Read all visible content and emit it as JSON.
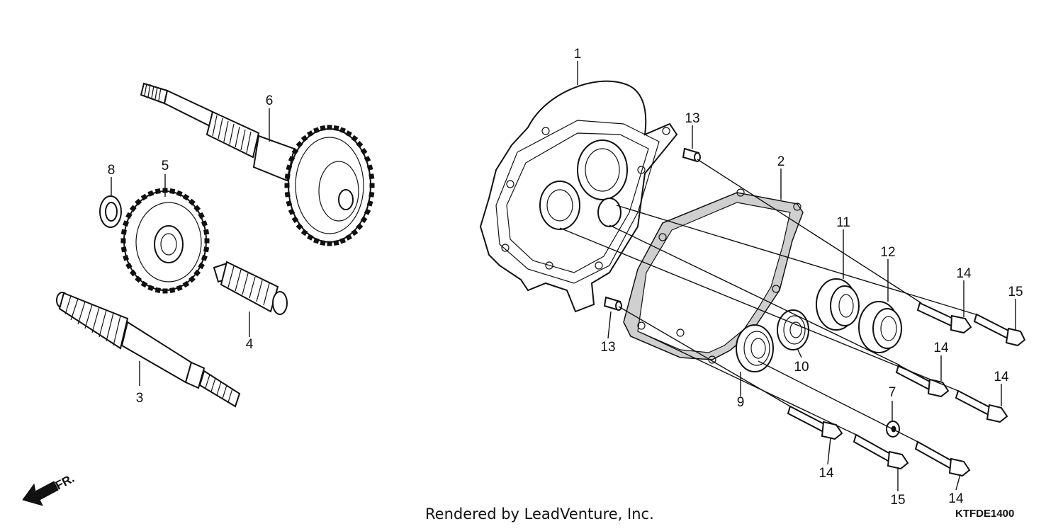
{
  "callouts": [
    {
      "id": "c1",
      "text": "1"
    },
    {
      "id": "c2",
      "text": "2"
    },
    {
      "id": "c3",
      "text": "3"
    },
    {
      "id": "c4",
      "text": "4"
    },
    {
      "id": "c5",
      "text": "5"
    },
    {
      "id": "c6",
      "text": "6"
    },
    {
      "id": "c7",
      "text": "7"
    },
    {
      "id": "c8",
      "text": "8"
    },
    {
      "id": "c9",
      "text": "9"
    },
    {
      "id": "c10",
      "text": "10"
    },
    {
      "id": "c11",
      "text": "11"
    },
    {
      "id": "c12",
      "text": "12"
    },
    {
      "id": "c13a",
      "text": "13"
    },
    {
      "id": "c13b",
      "text": "13"
    },
    {
      "id": "c14a",
      "text": "14"
    },
    {
      "id": "c14b",
      "text": "14"
    },
    {
      "id": "c14c",
      "text": "14"
    },
    {
      "id": "c14d",
      "text": "14"
    },
    {
      "id": "c14e",
      "text": "14"
    },
    {
      "id": "c15a",
      "text": "15"
    },
    {
      "id": "c15b",
      "text": "15"
    }
  ],
  "direction_label": "FR.",
  "footer": "Rendered by LeadVenture, Inc.",
  "diagram_code": "KTFDE1400"
}
